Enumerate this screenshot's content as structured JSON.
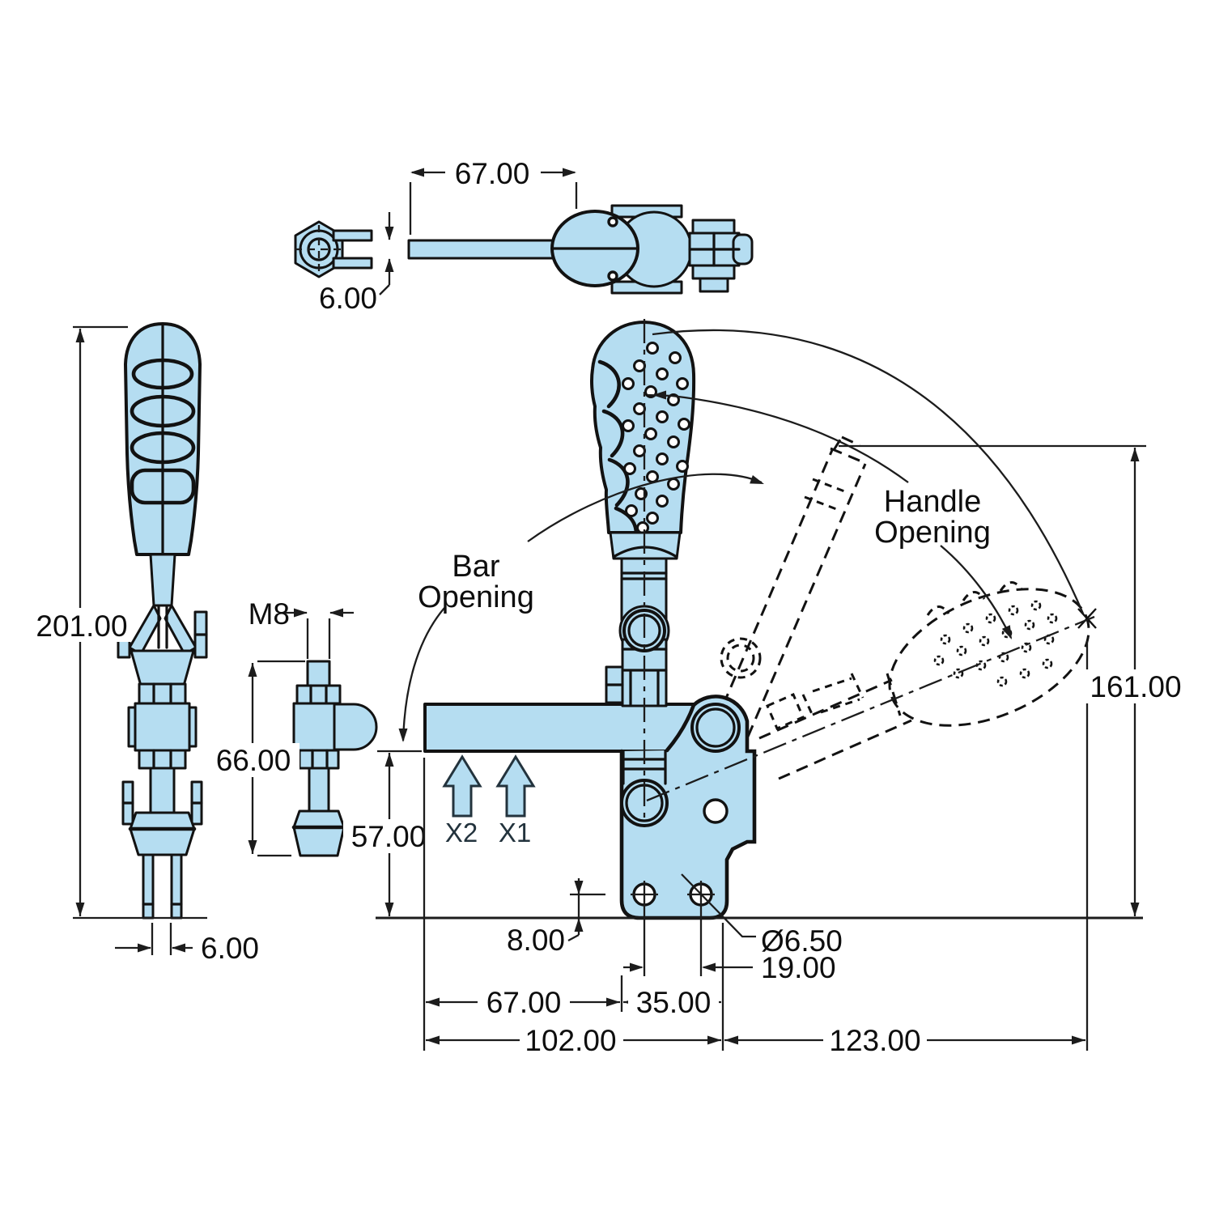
{
  "drawing": {
    "kind": "engineering dimension drawing",
    "subject": "vertical toggle clamp with flanged base",
    "colors": {
      "part_fill": "#b5ddf1",
      "line": "#121212",
      "dimension": "#1c1c1c",
      "background": "#ffffff"
    }
  },
  "views": {
    "top": {
      "name": "top view",
      "dims": {
        "length": "67.00",
        "bar_thickness": "6.00"
      }
    },
    "front": {
      "name": "front view",
      "dims": {
        "height": "201.00",
        "slot_width": "6.00"
      }
    },
    "spindle": {
      "name": "spindle detail",
      "dims": {
        "thread": "M8",
        "length": "66.00"
      }
    },
    "main": {
      "name": "side view with open position",
      "labels": {
        "bar_opening_line1": "Bar",
        "bar_opening_line2": "Opening",
        "handle_opening_line1": "Handle",
        "handle_opening_line2": "Opening",
        "x2": "X2",
        "x1": "X1"
      },
      "dims": {
        "bar_height": "57.00",
        "hole_edge_offset": "8.00",
        "hole_diameter": "Ø6.50",
        "hole_spacing": "19.00",
        "bar_reach": "67.00",
        "base_width": "35.00",
        "overall_length": "102.00",
        "open_reach": "123.00",
        "open_height": "161.00"
      }
    }
  }
}
